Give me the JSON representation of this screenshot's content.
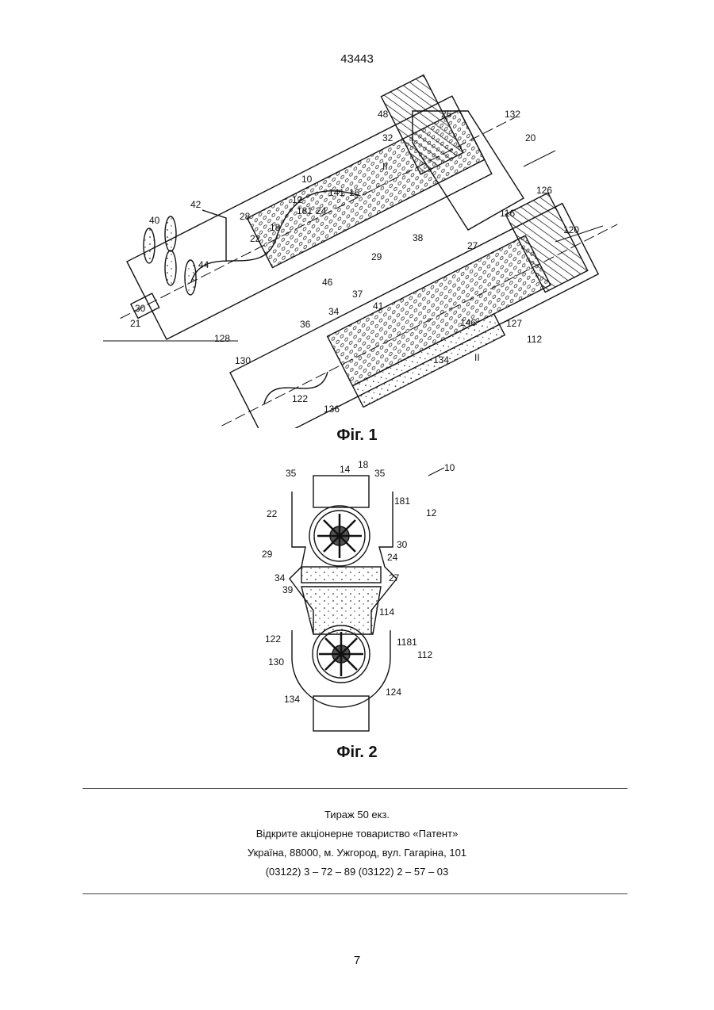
{
  "header": {
    "patent_number": "43443"
  },
  "figure1": {
    "caption": "Фіг. 1",
    "labels": [
      "48",
      "26",
      "132",
      "32",
      "20",
      "II",
      "10",
      "12",
      "141",
      "16",
      "126",
      "181",
      "24",
      "116",
      "120",
      "42",
      "28",
      "18",
      "40",
      "22",
      "27",
      "44",
      "29",
      "38",
      "46",
      "37",
      "41",
      "30",
      "36",
      "34",
      "146",
      "127",
      "21",
      "112",
      "128",
      "130",
      "II",
      "134",
      "122",
      "136"
    ]
  },
  "figure2": {
    "caption": "Фіг. 2",
    "labels": [
      "35",
      "14",
      "18",
      "35",
      "10",
      "181",
      "12",
      "22",
      "30",
      "29",
      "24",
      "34",
      "27",
      "39",
      "114",
      "122",
      "1181",
      "112",
      "130",
      "124",
      "134"
    ]
  },
  "imprint": {
    "line1": "Тираж 50 екз.",
    "line2": "Відкрите акціонерне товариство «Патент»",
    "line3": "Україна, 88000, м. Ужгород, вул. Гагаріна, 101",
    "line4": "(03122) 3 – 72 – 89   (03122) 2 – 57 – 03"
  },
  "footer": {
    "page_number": "7"
  }
}
